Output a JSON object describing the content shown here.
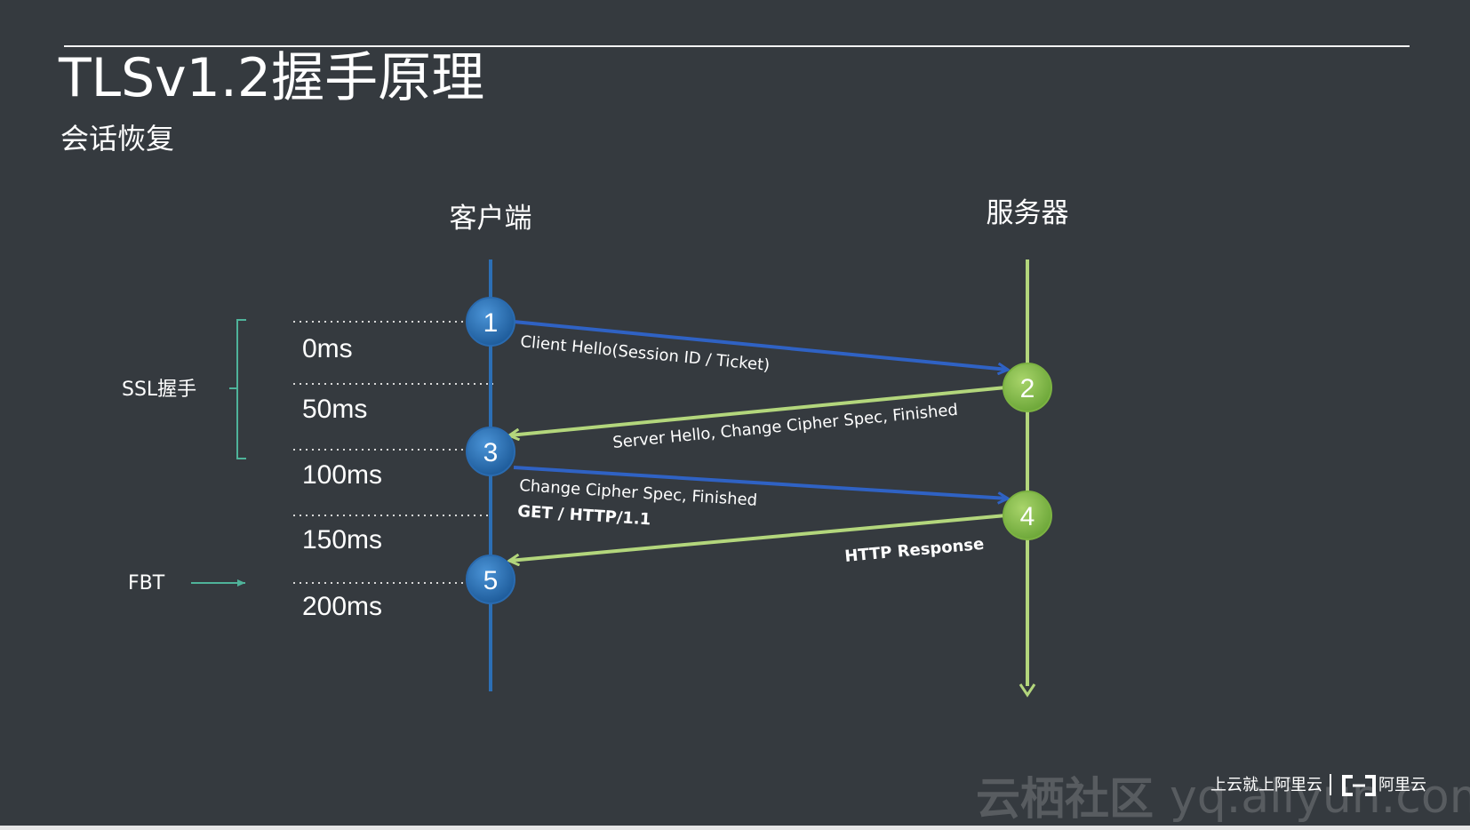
{
  "slide": {
    "title": "TLSv1.2握手原理",
    "subtitle": "会话恢复"
  },
  "diagram": {
    "client_label": "客户端",
    "server_label": "服务器",
    "ssl_handshake_label": "SSL握手",
    "fbt_label": "FBT",
    "times": [
      "0ms",
      "50ms",
      "100ms",
      "150ms",
      "200ms"
    ],
    "steps": [
      "1",
      "2",
      "3",
      "4",
      "5"
    ],
    "messages": {
      "m1": "Client Hello(Session ID / Ticket)",
      "m2": "Server Hello, Change Cipher Spec, Finished",
      "m3": "Change Cipher Spec, Finished",
      "m3b": "GET / HTTP/1.1",
      "m4": "HTTP Response"
    },
    "colors": {
      "background": "#353a3f",
      "client_blue": "#2c6fb5",
      "arrow_blue": "#2f62c4",
      "server_green": "#8cc152",
      "arrow_green": "#b3d67c",
      "bracket_green": "#4fb39a"
    }
  },
  "footer": {
    "watermark_cn": "云栖社区",
    "watermark_en": "yq.aliyun.com",
    "tagline": "上云就上阿里云",
    "brand_name": "阿里云"
  }
}
